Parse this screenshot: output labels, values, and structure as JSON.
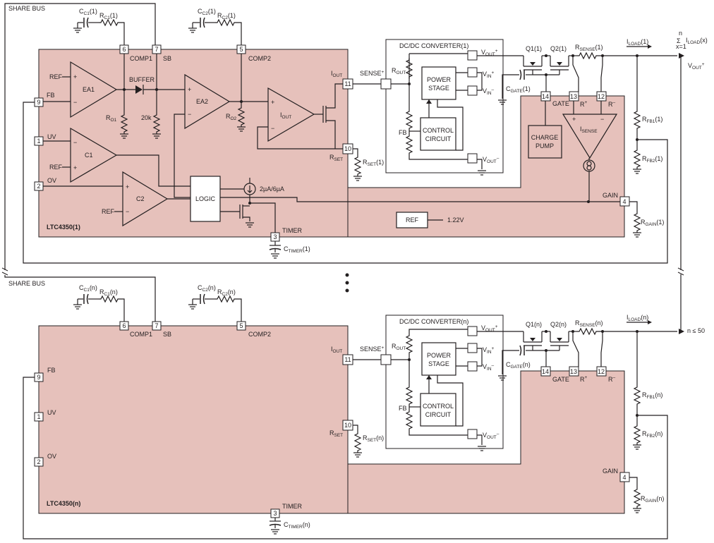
{
  "top": {
    "share_bus": "SHARE BUS",
    "cc1": "C",
    "cc1_sub": "C1",
    "cc1_n": "(1)",
    "rc1": "R",
    "rc1_sub": "C1",
    "rc1_n": "(1)",
    "cc2": "C",
    "cc2_sub": "C2",
    "cc2_n": "(1)",
    "rc2": "R",
    "rc2_sub": "C2",
    "rc2_n": "(1)",
    "comp1": "COMP1",
    "sb": "SB",
    "comp2": "COMP2",
    "pin6": "6",
    "pin7": "7",
    "pin5": "5",
    "pin9": "9",
    "pin1": "1",
    "pin2": "2",
    "pin11": "11",
    "pin10": "10",
    "pin14": "14",
    "pin13": "13",
    "pin12": "12",
    "pin4": "4",
    "pin3": "3",
    "ref": "REF",
    "fb": "FB",
    "uv": "UV",
    "ov": "OV",
    "ea1": "EA1",
    "ea2": "EA2",
    "c1": "C1",
    "c2": "C2",
    "buffer": "BUFFER",
    "r01": "R",
    "r01_sub": "O1",
    "r02": "R",
    "r02_sub": "O2",
    "r20k": "20k",
    "logic": "LOGIC",
    "current_src": "2µA/6µA",
    "iout_amp": "I",
    "iout_amp_sub": "OUT",
    "iout_pin": "I",
    "iout_pin_sub": "OUT",
    "rset_pin": "R",
    "rset_pin_sub": "SET",
    "rset": "R",
    "rset_sub": "SET",
    "rset_n": "(1)",
    "gate": "GATE",
    "rplus": "R",
    "rplus_sup": "+",
    "rminus": "R",
    "rminus_sup": "–",
    "charge_pump_1": "CHARGE",
    "charge_pump_2": "PUMP",
    "isense": "I",
    "isense_sub": "SENSE",
    "gain": "GAIN",
    "ref_box": "REF",
    "ref_volt": "1.22V",
    "chip_name": "LTC4350(1)",
    "timer": "TIMER",
    "ctimer": "C",
    "ctimer_sub": "TIMER",
    "ctimer_n": "(1)",
    "dcdc": "DC/DC CONVERTER(1)",
    "sense_plus": "SENSE",
    "sense_plus_sup": "+",
    "rout": "R",
    "rout_sub": "OUT",
    "power_stage_1": "POWER",
    "power_stage_2": "STAGE",
    "control_1": "CONTROL",
    "control_2": "CIRCUIT",
    "vout_plus": "V",
    "vout_plus_sub": "OUT",
    "vout_plus_sup": "+",
    "vin_plus": "V",
    "vin_plus_sub": "IN",
    "vin_plus_sup": "+",
    "vin_minus": "V",
    "vin_minus_sub": "IN",
    "vin_minus_sup": "–",
    "vout_minus": "V",
    "vout_minus_sub": "OUT",
    "vout_minus_sup": "–",
    "conv_fb": "FB",
    "q1": "Q1(1)",
    "q2": "Q2(1)",
    "cgate": "C",
    "cgate_sub": "GATE",
    "cgate_n": "(1)",
    "rsense": "R",
    "rsense_sub": "SENSE",
    "rsense_n": "(1)",
    "iload": "I",
    "iload_sub": "LOAD",
    "iload_n": "(1)",
    "rfb1": "R",
    "rfb1_sub": "FB1",
    "rfb1_n": "(1)",
    "rfb2": "R",
    "rfb2_sub": "FB2",
    "rfb2_n": "(1)",
    "rgain": "R",
    "rgain_sub": "GAIN",
    "rgain_n": "(1)",
    "sum_n": "n",
    "sum_sym": "Σ",
    "sum_x": "x=1",
    "sum_iload": "I",
    "sum_iload_sub": "LOAD",
    "sum_iload_x": "(x)",
    "vout_out": "V",
    "vout_out_sub": "OUT",
    "vout_out_sup": "+"
  },
  "bottom": {
    "share_bus": "SHARE BUS",
    "cc1": "C",
    "cc1_sub": "C1",
    "cc1_n": "(n)",
    "rc1": "R",
    "rc1_sub": "C1",
    "rc1_n": "(n)",
    "cc2": "C",
    "cc2_sub": "C2",
    "cc2_n": "(n)",
    "rc2": "R",
    "rc2_sub": "C2",
    "rc2_n": "(n)",
    "comp1": "COMP1",
    "sb": "SB",
    "comp2": "COMP2",
    "pin6": "6",
    "pin7": "7",
    "pin5": "5",
    "pin9": "9",
    "pin1": "1",
    "pin2": "2",
    "pin11": "11",
    "pin10": "10",
    "pin14": "14",
    "pin13": "13",
    "pin12": "12",
    "pin4": "4",
    "pin3": "3",
    "fb": "FB",
    "uv": "UV",
    "ov": "OV",
    "iout_pin": "I",
    "iout_pin_sub": "OUT",
    "rset_pin": "R",
    "rset_pin_sub": "SET",
    "rset": "R",
    "rset_sub": "SET",
    "rset_n": "(n)",
    "gate": "GATE",
    "rplus": "R",
    "rplus_sup": "+",
    "rminus": "R",
    "rminus_sup": "–",
    "gain": "GAIN",
    "chip_name": "LTC4350(n)",
    "timer": "TIMER",
    "ctimer": "C",
    "ctimer_sub": "TIMER",
    "ctimer_n": "(n)",
    "dcdc": "DC/DC CONVERTER(n)",
    "sense_plus": "SENSE",
    "sense_plus_sup": "+",
    "rout": "R",
    "rout_sub": "OUT",
    "power_stage_1": "POWER",
    "power_stage_2": "STAGE",
    "control_1": "CONTROL",
    "control_2": "CIRCUIT",
    "vout_plus": "V",
    "vout_plus_sub": "OUT",
    "vout_plus_sup": "+",
    "vin_plus": "V",
    "vin_plus_sub": "IN",
    "vin_plus_sup": "+",
    "vin_minus": "V",
    "vin_minus_sub": "IN",
    "vin_minus_sup": "–",
    "vout_minus": "V",
    "vout_minus_sub": "OUT",
    "vout_minus_sup": "–",
    "conv_fb": "FB",
    "q1": "Q1(n)",
    "q2": "Q2(n)",
    "cgate": "C",
    "cgate_sub": "GATE",
    "cgate_n": "(n)",
    "rsense": "R",
    "rsense_sub": "SENSE",
    "rsense_n": "(n)",
    "iload": "I",
    "iload_sub": "LOAD",
    "iload_n": "(n)",
    "rfb1": "R",
    "rfb1_sub": "FB1",
    "rfb1_n": "(n)",
    "rfb2": "R",
    "rfb2_sub": "FB2",
    "rfb2_n": "(n)",
    "rgain": "R",
    "rgain_sub": "GAIN",
    "rgain_n": "(n)",
    "n_limit": "n ≤ 50"
  }
}
